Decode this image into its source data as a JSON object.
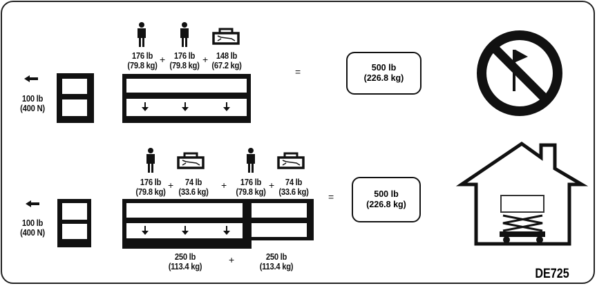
{
  "row1": {
    "loads": [
      {
        "icon": "person-icon",
        "lb": "176 lb",
        "kg": "(79.8 kg)"
      },
      {
        "icon": "person-icon",
        "lb": "176 lb",
        "kg": "(79.8 kg)"
      },
      {
        "icon": "toolbox-icon",
        "lb": "148 lb",
        "kg": "(67.2 kg)"
      }
    ],
    "plus": "+",
    "equals": "=",
    "force_lb": "100 lb",
    "force_n": "(400 N)",
    "total_lb": "500 lb",
    "total_kg": "(226.8 kg)",
    "restriction_icon": "no-wind-icon"
  },
  "row2": {
    "loads": [
      {
        "icon": "person-icon",
        "lb": "176 lb",
        "kg": "(79.8 kg)"
      },
      {
        "icon": "toolbox-icon",
        "lb": "74 lb",
        "kg": "(33.6 kg)"
      },
      {
        "icon": "person-icon",
        "lb": "176 lb",
        "kg": "(79.8 kg)"
      },
      {
        "icon": "toolbox-icon",
        "lb": "74 lb",
        "kg": "(33.6 kg)"
      }
    ],
    "plus": "+",
    "equals": "=",
    "force_lb": "100 lb",
    "force_n": "(400 N)",
    "deck_main_lb": "250 lb",
    "deck_main_kg": "(113.4 kg)",
    "deck_ext_lb": "250 lb",
    "deck_ext_kg": "(113.4 kg)",
    "total_lb": "500 lb",
    "total_kg": "(226.8 kg)",
    "restriction_icon": "indoor-use-icon"
  },
  "decal_code": "DE725"
}
